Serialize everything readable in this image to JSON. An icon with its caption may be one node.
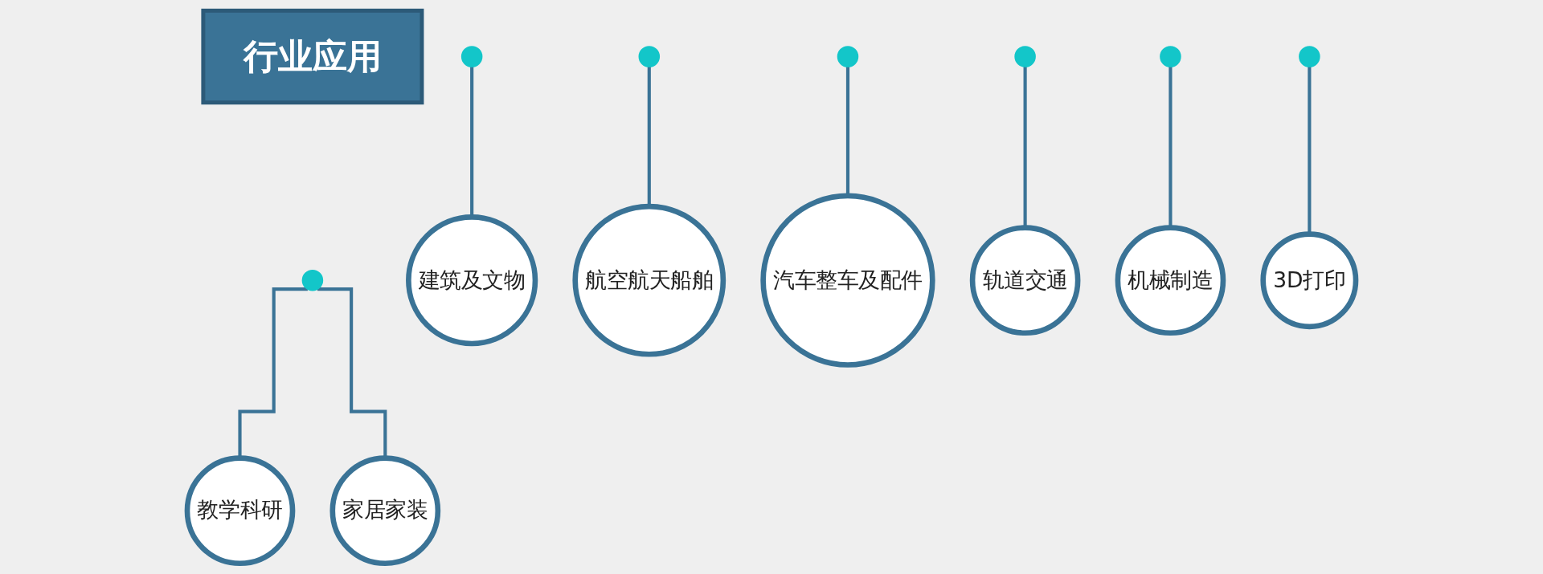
{
  "diagram": {
    "nodes": [
      {
        "text": [
          "行业应用"
        ]
      },
      {
        "text": [],
        "shape": "circle"
      },
      {
        "text": [],
        "shape": "circle"
      },
      {
        "text": [],
        "shape": "circle"
      },
      {
        "text": [],
        "shape": "circle"
      },
      {
        "text": [],
        "shape": "circle"
      },
      {
        "text": [],
        "shape": "circle"
      },
      {
        "text": [],
        "shape": "circle"
      },
      {
        "text": [
          "建筑及文物"
        ]
      },
      {
        "text": [
          "航空航天船舶"
        ]
      },
      {
        "text": [
          "汽车整车及配件"
        ]
      },
      {
        "text": [
          "教学科研"
        ]
      },
      {
        "text": [
          "家居家装"
        ]
      },
      {
        "text": [
          "轨道交通"
        ]
      },
      {
        "text": [
          "机械制造"
        ]
      },
      {
        "text": [
          "3D打印"
        ]
      }
    ],
    "edges": [
      {
        "from": 1,
        "to": 8,
        "arrow": "none"
      },
      {
        "from": 2,
        "to": 9,
        "arrow": "none"
      },
      {
        "from": 3,
        "to": 10,
        "arrow": "none"
      },
      {
        "from": 4,
        "to": 11,
        "arrow": "none"
      },
      {
        "from": 4,
        "to": 12,
        "arrow": "none"
      },
      {
        "from": 5,
        "to": 13,
        "arrow": "none"
      },
      {
        "from": 6,
        "to": 14,
        "arrow": "none"
      },
      {
        "from": 7,
        "to": 15,
        "arrow": "none"
      }
    ]
  }
}
